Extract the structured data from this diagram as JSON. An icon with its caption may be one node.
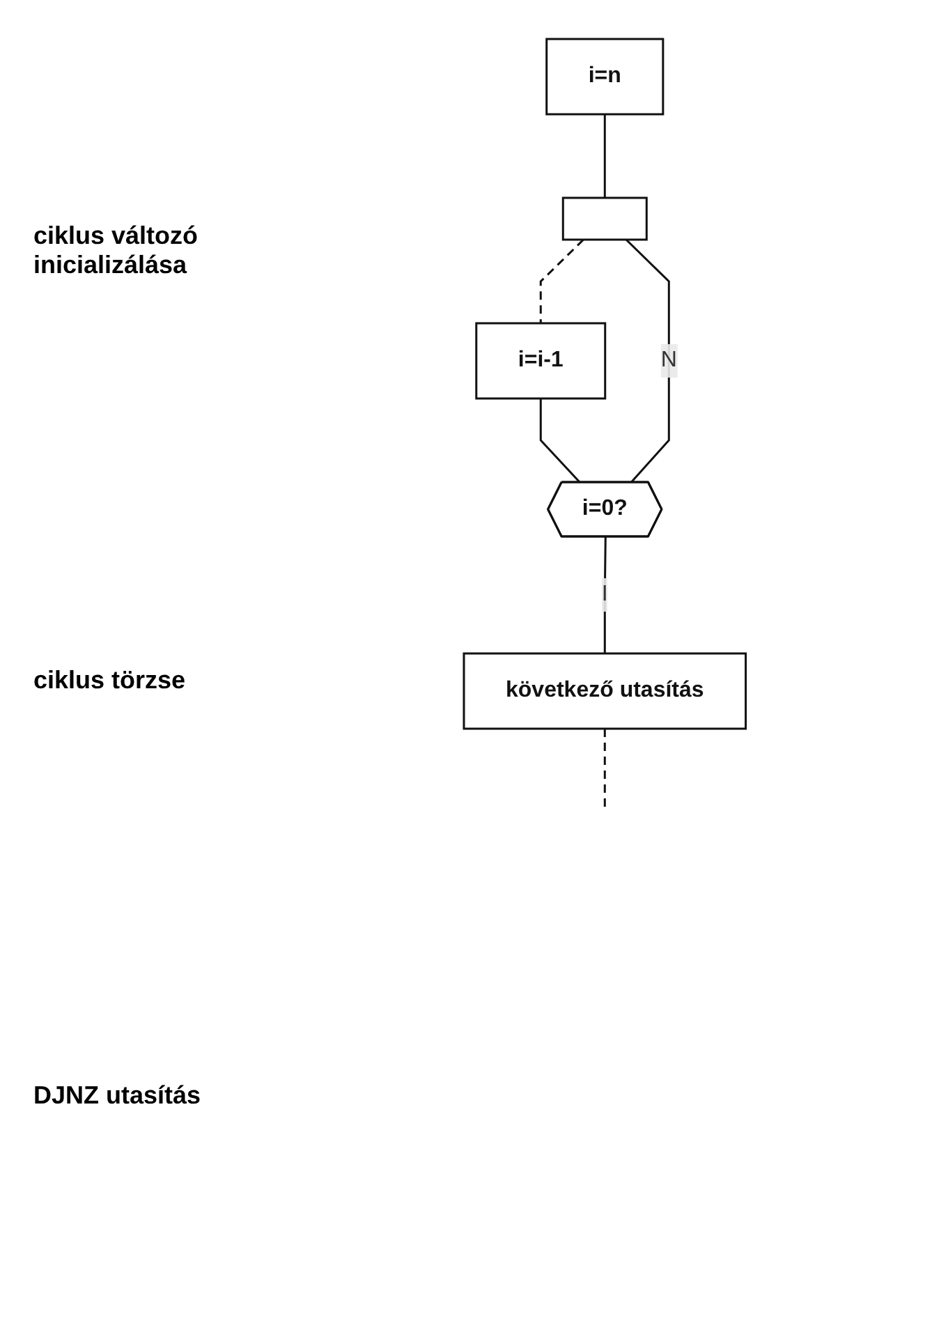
{
  "diagram": {
    "nodes": [
      {
        "text": [
          "i=n"
        ]
      },
      {
        "text": [],
        "shape": "box"
      },
      {
        "text": [
          "i=i-1"
        ]
      },
      {
        "text": [
          "i=0?"
        ]
      },
      {
        "text": [
          "következő utasítás"
        ]
      }
    ],
    "edges": [
      {
        "from": 0,
        "to": 1,
        "arrow": "none"
      },
      {
        "from": 1,
        "to": 2,
        "arrow": "none",
        "style": "dashed"
      },
      {
        "from": 2,
        "to": 3,
        "arrow": "none"
      },
      {
        "from": 3,
        "to": 4,
        "label": "I",
        "arrow": "none"
      },
      {
        "from": 3,
        "to": 1,
        "label": "N",
        "arrow": "none"
      },
      {
        "from": 4,
        "to": null,
        "arrow": "none",
        "style": "dashed"
      }
    ],
    "labels": [
      "ciklus változó inicializálása",
      "ciklus törzse",
      "DJNZ utasítás"
    ]
  }
}
